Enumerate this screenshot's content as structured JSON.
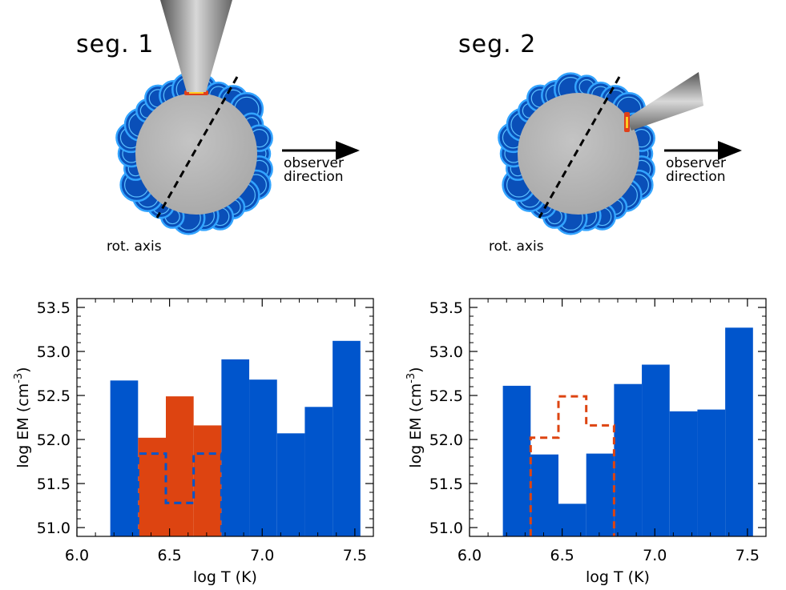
{
  "diagrams": [
    {
      "title": "seg. 1",
      "observer_label": [
        "observer",
        "direction"
      ],
      "axis_label": "rot. axis",
      "beam_orientation": "up"
    },
    {
      "title": "seg. 2",
      "observer_label": [
        "observer",
        "direction"
      ],
      "axis_label": "rot. axis",
      "beam_orientation": "upper-right"
    }
  ],
  "colors": {
    "blue": "#0055cc",
    "orange": "#dd4411",
    "star": "#b5b5b5"
  },
  "chart_data": [
    {
      "type": "bar",
      "xlabel": "log T (K)",
      "ylabel": "log EM (cm",
      "ylabel_sup": "-3",
      "ylabel_end": ")",
      "xlim": [
        6.0,
        7.6
      ],
      "ylim": [
        50.9,
        53.6
      ],
      "xticks": [
        "6.0",
        "6.5",
        "7.0",
        "7.5"
      ],
      "yticks": [
        "51.0",
        "51.5",
        "52.0",
        "52.5",
        "53.0",
        "53.5"
      ],
      "bin_edges": [
        6.18,
        6.33,
        6.48,
        6.63,
        6.78,
        6.93,
        7.08,
        7.23,
        7.38,
        7.53
      ],
      "series": [
        {
          "fill": "blue",
          "values": [
            52.67,
            null,
            null,
            null,
            52.91,
            52.68,
            52.07,
            52.37,
            53.12
          ]
        },
        {
          "fill": "orange",
          "values": [
            null,
            52.02,
            52.49,
            52.16,
            null,
            null,
            null,
            null,
            null
          ]
        }
      ],
      "dashed": {
        "color": "blue",
        "values": [
          51.84,
          51.28,
          51.84
        ]
      }
    },
    {
      "type": "bar",
      "xlabel": "log T (K)",
      "ylabel": "log EM (cm",
      "ylabel_sup": "-3",
      "ylabel_end": ")",
      "xlim": [
        6.0,
        7.6
      ],
      "ylim": [
        50.9,
        53.6
      ],
      "xticks": [
        "6.0",
        "6.5",
        "7.0",
        "7.5"
      ],
      "yticks": [
        "51.0",
        "51.5",
        "52.0",
        "52.5",
        "53.0",
        "53.5"
      ],
      "bin_edges": [
        6.18,
        6.33,
        6.48,
        6.63,
        6.78,
        6.93,
        7.08,
        7.23,
        7.38,
        7.53
      ],
      "series": [
        {
          "fill": "blue",
          "values": [
            52.61,
            51.83,
            51.27,
            51.84,
            52.63,
            52.85,
            52.32,
            52.34,
            53.27
          ]
        }
      ],
      "dashed": {
        "color": "orange",
        "values": [
          52.02,
          52.49,
          52.16
        ]
      }
    }
  ]
}
